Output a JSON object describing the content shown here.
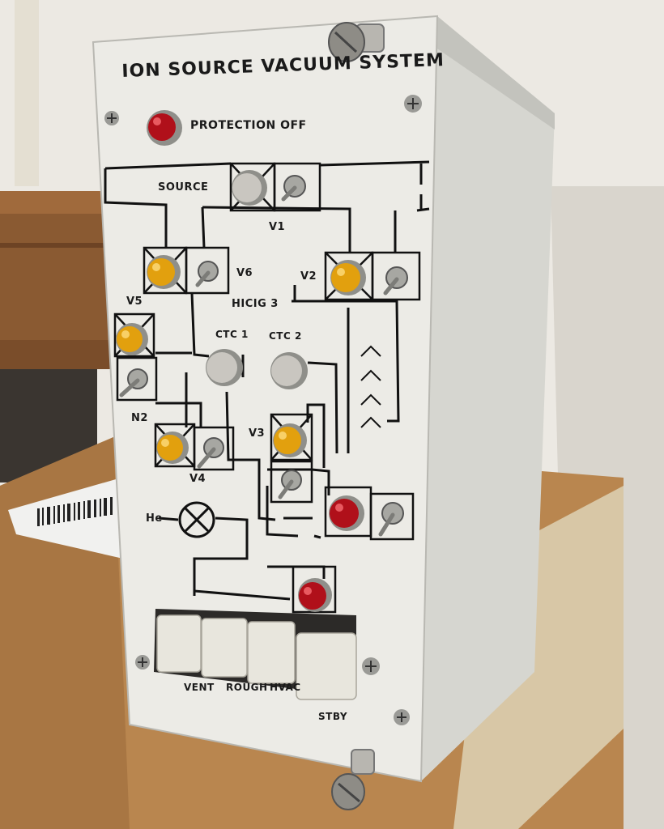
{
  "panel": {
    "title": "ION SOURCE VACUUM SYSTEM",
    "protection_label": "PROTECTION  OFF",
    "labels": {
      "source": "SOURCE",
      "v1": "V1",
      "v2": "V2",
      "v3": "V3",
      "v4": "V4",
      "v5": "V5",
      "v6": "V6",
      "hicig": "HICIG 3",
      "ctc1": "CTC 1",
      "ctc2": "CTC 2",
      "n2": "N2",
      "he": "He"
    },
    "buttons": [
      "VENT",
      "ROUGH",
      "HVAC",
      "STBY"
    ]
  },
  "colors": {
    "panel": "#ecebe6",
    "panel_side": "#dcdcd6",
    "amber_lamp": "#e2a00e",
    "red_lamp": "#b0101a",
    "grey_lamp": "#c9c6c0",
    "cardboard": "#b07c48",
    "wall": "#ece9e3"
  },
  "icons": [
    "screw-icon",
    "thumbscrew-icon",
    "toggle-switch-icon",
    "indicator-lamp-icon",
    "cross-circle-icon"
  ]
}
